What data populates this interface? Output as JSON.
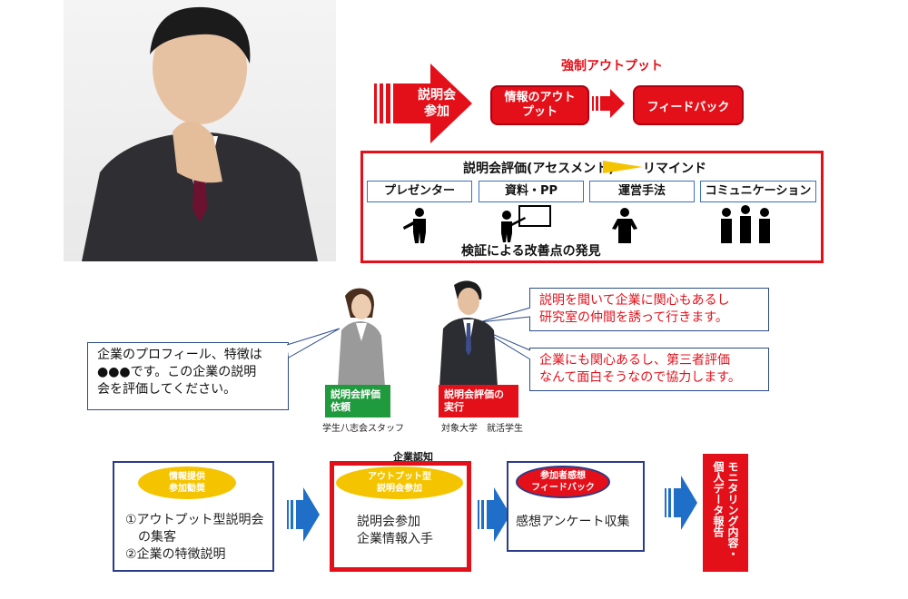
{
  "top": {
    "forced_output_title": "強制アウトプット",
    "session_arrow_label": "説明会\n参加",
    "info_output_label": "情報のアウト\nプット",
    "feedback_label": "フィードバック"
  },
  "assessment": {
    "title": "説明会評価(アセスメント)",
    "remind_label": "リマインド",
    "categories": [
      "プレゼンター",
      "資料・PP",
      "運営手法",
      "コミュニケーション"
    ],
    "footer": "検証による改善点の発見",
    "icons": [
      "presenter-icon",
      "slide-pointer-icon",
      "speaker-icon",
      "group-discussion-icon"
    ]
  },
  "middle": {
    "left_callout": "企業のプロフィール、特徴は\n●●●です。この企業の説明\n会を評価してください。",
    "right_callout_1": "説明を聞いて企業に関心もあるし\n研究室の仲間を誘って行きます。",
    "right_callout_2": "企業にも関心あるし、第三者評価\nなんて面白そうなので協力します。",
    "staff_tag": "説明会評価\n依頼",
    "staff_caption": "学生八志会スタッフ",
    "student_tag": "説明会評価の\n実行",
    "student_caption": "対象大学　就活学生"
  },
  "flow": {
    "company_recognition": "企業認知",
    "step1_oval": "情報提供\n参加勧奨",
    "step1_text": "①アウトプット型説明会\n　の集客\n②企業の特徴説明",
    "step2_oval": "アウトプット型\n説明会参加",
    "step2_text": "説明会参加\n企業情報入手",
    "step3_oval": "参加者感想\nフィードバック",
    "step3_text": "感想アンケート収集",
    "step4_text": "モニタリング内容・\n個人データ報告"
  },
  "colors": {
    "accent_red": "#e3101a",
    "accent_blue": "#2b3c8a",
    "arrow_blue": "#1f6fc8",
    "accent_yellow": "#f5c400",
    "accent_green": "#1f9a3d"
  }
}
